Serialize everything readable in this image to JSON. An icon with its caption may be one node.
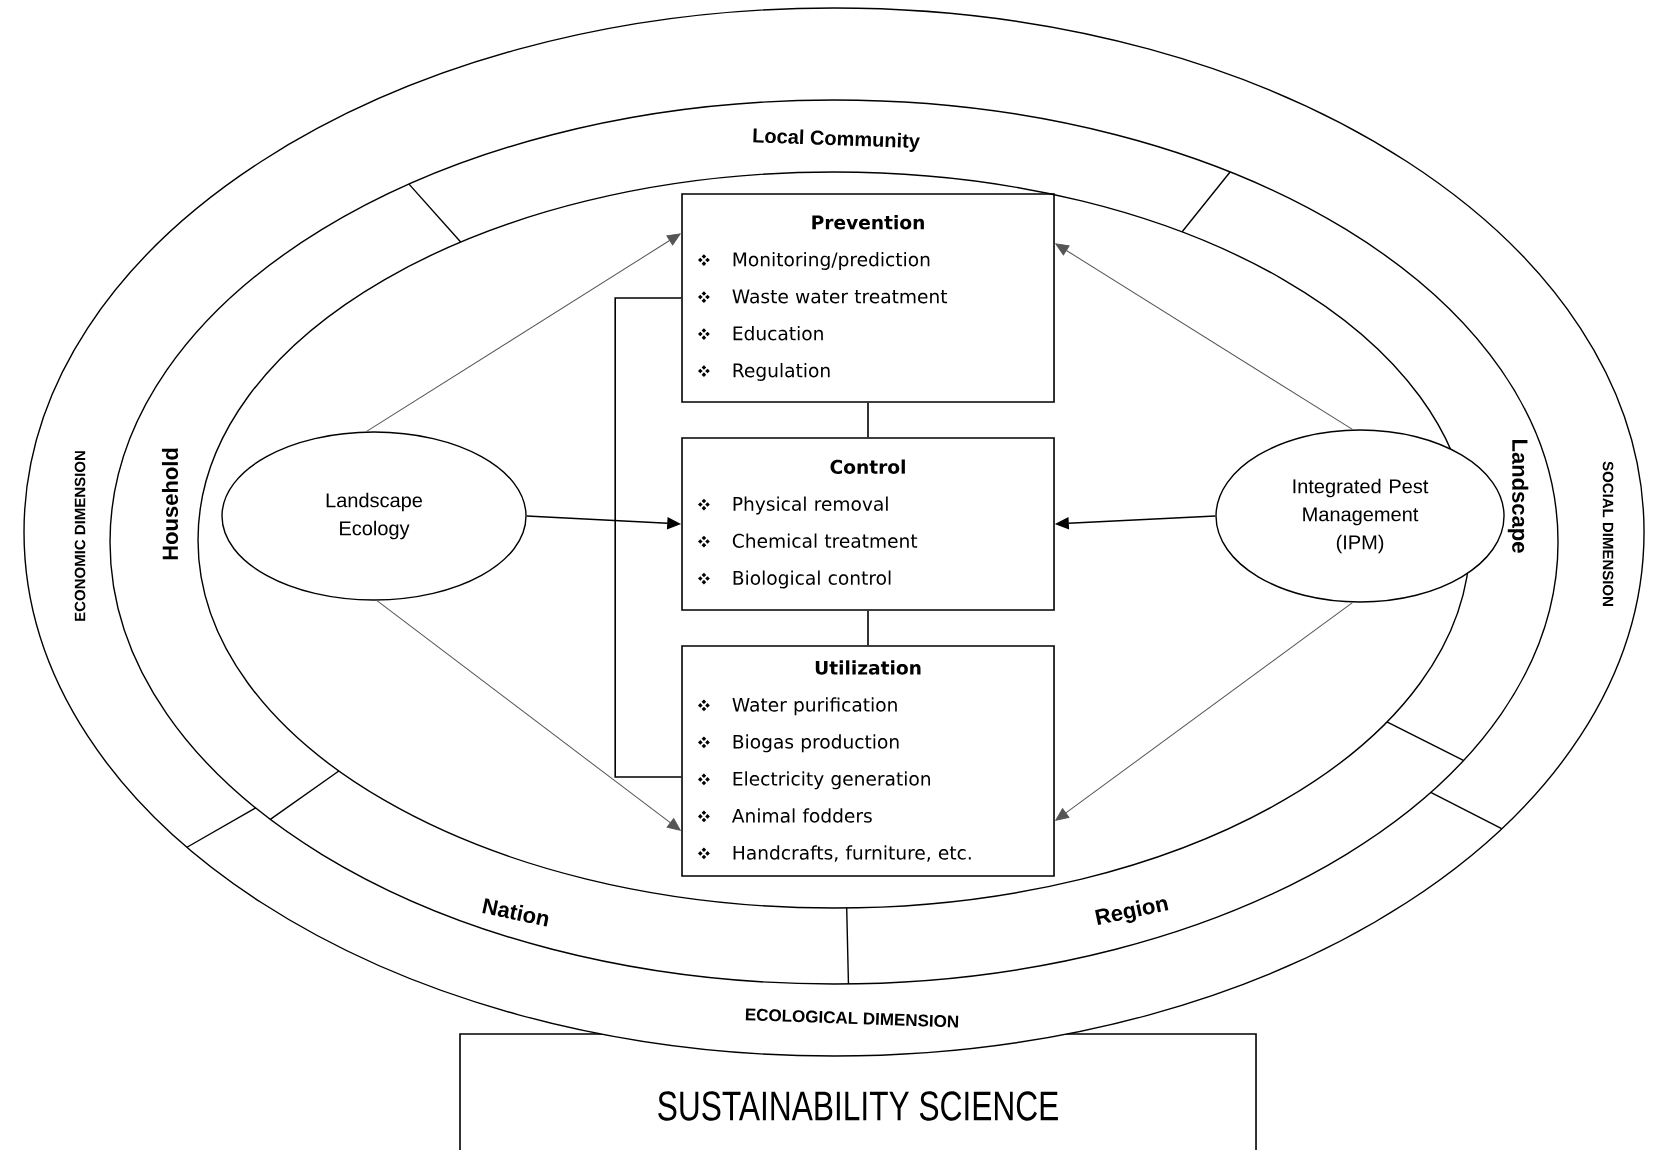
{
  "diagram": {
    "nodes": [
      {
        "text": [
          "Prevention",
          "Monitoring/prediction",
          "Waste water treatment",
          "Education",
          "Regulation"
        ]
      },
      {
        "text": [
          "Control",
          "Physical removal",
          "Chemical treatment",
          "Biological control"
        ]
      },
      {
        "text": [
          "Utilization",
          "Water purification",
          "Biogas production",
          "Electricity generation",
          "Animal fodders",
          "Handcrafts, furniture, etc."
        ]
      },
      {
        "text": [
          "Landscape Ecology"
        ]
      },
      {
        "text": [
          "Integrated Pest Management (IPM)"
        ]
      },
      {
        "text": [
          "SUSTAINABILITY SCIENCE"
        ]
      }
    ],
    "edges": [
      {
        "from": 0,
        "to": 1,
        "arrow": "none"
      },
      {
        "from": 1,
        "to": 2,
        "arrow": "none"
      },
      {
        "from": 0,
        "to": 2,
        "arrow": "none"
      },
      {
        "from": 3,
        "to": 0,
        "arrow": "to",
        "color": "#555555"
      },
      {
        "from": 3,
        "to": 1,
        "arrow": "to"
      },
      {
        "from": 3,
        "to": 2,
        "arrow": "to",
        "color": "#555555"
      },
      {
        "from": 4,
        "to": 0,
        "arrow": "to",
        "color": "#555555"
      },
      {
        "from": 4,
        "to": 1,
        "arrow": "to"
      },
      {
        "from": 4,
        "to": 2,
        "arrow": "to",
        "color": "#555555"
      }
    ],
    "labels": [
      "Local Community",
      "ECONOMIC DIMENSION",
      "Household",
      "Landscape",
      "SOCIAL DIMENSION",
      "Nation",
      "Region",
      "ECOLOGICAL DIMENSION"
    ]
  }
}
